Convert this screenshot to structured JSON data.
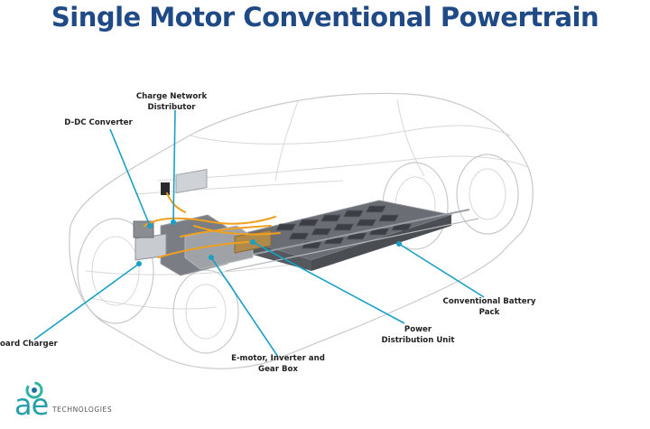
{
  "title": "Single Motor Conventional Powertrain",
  "labels": {
    "charge_network_l1": "Charge Network",
    "charge_network_l2": "Distributor",
    "ddc_converter": "D-DC Converter",
    "onboard_charger": "oard Charger",
    "emotor_l1": "E-motor, Inverter and",
    "emotor_l2": "Gear Box",
    "pdu_l1": "Power",
    "pdu_l2": "Distribution Unit",
    "battery_l1": "Conventional Battery",
    "battery_l2": "Pack"
  },
  "logo": {
    "text": "ae",
    "subtitle": "TECHNOLOGIES"
  },
  "colors": {
    "title": "#1f4a86",
    "leader": "#1aa0c4",
    "wiring": "#f0a020",
    "logo": "#26a0a8"
  }
}
